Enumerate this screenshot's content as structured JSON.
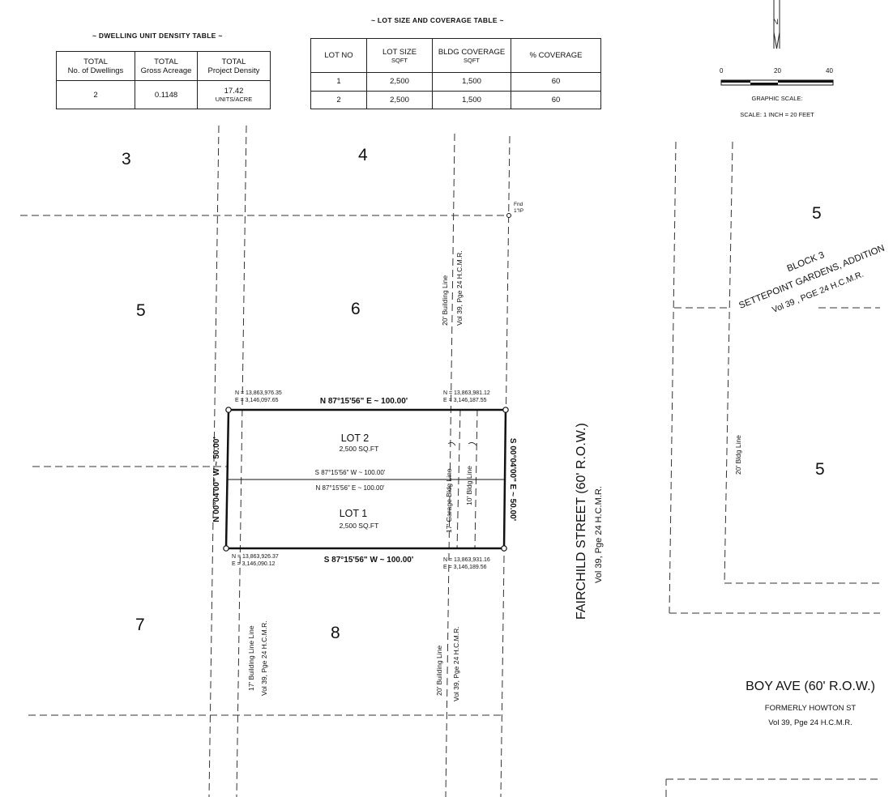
{
  "density_table": {
    "title": "~ DWELLING UNIT DENSITY TABLE ~",
    "headers": [
      [
        "TOTAL",
        "No. of Dwellings"
      ],
      [
        "TOTAL",
        "Gross Acreage"
      ],
      [
        "TOTAL",
        "Project Density"
      ]
    ],
    "values": [
      "2",
      "0.1148",
      "17.42"
    ],
    "density_unit": "UNITS/ACRE"
  },
  "lot_table": {
    "title": "~ LOT SIZE AND COVERAGE TABLE ~",
    "headers": [
      [
        "LOT NO",
        ""
      ],
      [
        "LOT SIZE",
        "SQFT"
      ],
      [
        "BLDG COVERAGE",
        "SQFT"
      ],
      [
        "% COVERAGE",
        ""
      ]
    ],
    "rows": [
      [
        "1",
        "2,500",
        "1,500",
        "60"
      ],
      [
        "2",
        "2,500",
        "1,500",
        "60"
      ]
    ]
  },
  "scale": {
    "ticks": [
      "0",
      "20",
      "40"
    ],
    "title": "GRAPHIC SCALE:",
    "note": "SCALE: 1 INCH = 20 FEET"
  },
  "north_letter": "N",
  "block_numbers": {
    "b3": "3",
    "b4": "4",
    "b5_left": "5",
    "b6": "6",
    "b7": "7",
    "b8": "8",
    "b5_right_top": "5",
    "b5_right_mid": "5"
  },
  "monument": [
    "Fnd",
    "1\"IP"
  ],
  "lots": {
    "lot2_name": "LOT 2",
    "lot2_area": "2,500 SQ.FT",
    "lot1_name": "LOT 1",
    "lot1_area": "2,500 SQ.FT"
  },
  "bearings": {
    "north_line": "N 87°15'56\" E ~ 100.00'",
    "south_line": "S 87°15'56\" W ~ 100.00'",
    "mid_upper": "S 87°15'56\" W ~ 100.00'",
    "mid_lower": "N 87°15'56\" E ~ 100.00'",
    "west_line": "N 00°04'00\" W ~ 50.00'",
    "east_line": "S 00°04'00\" E ~ 50.00'"
  },
  "corners": {
    "nw": [
      "N = 13,863,976.35",
      "E = 3,146,097.65"
    ],
    "ne": [
      "N = 13,863,981.12",
      "E = 3,146,187.55"
    ],
    "sw": [
      "N = 13,863,926.37",
      "E = 3,146,090.12"
    ],
    "se": [
      "N = 13,863,931.16",
      "E = 3,146,189.56"
    ]
  },
  "building_lines": {
    "top_mid": [
      "20' Building Line",
      "Vol 39, Pge  24 H.C.M.R."
    ],
    "bottom_left": [
      "17' Building Line Line",
      "Vol 39, Pge  24 H.C.M.R."
    ],
    "bottom_mid": [
      "20' Building Line",
      "Vol 39, Pge  24 H.C.M.R."
    ],
    "garage": "17' Garage Bldg Line",
    "ten_ft": "10' Bldg Line",
    "right_bldg": "20' Bldg Line"
  },
  "streets": {
    "fairchild": [
      "FAIRCHILD STREET (60' R.O.W.)",
      "Vol 39, Pge  24 H.C.M.R."
    ],
    "boy_name": "BOY AVE (60' R.O.W.)",
    "boy_formerly": "FORMERLY HOWTON ST",
    "boy_ref": "Vol 39, Pge  24 H.C.M.R."
  },
  "subdivision": [
    "BLOCK 3",
    "SETTEPOINT GARDENS, ADDITION",
    "Vol 39 , PGE 24 H.C.M.R."
  ]
}
